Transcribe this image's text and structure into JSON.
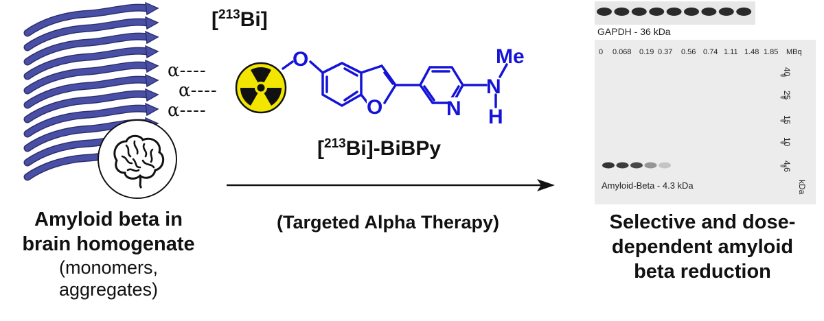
{
  "left": {
    "alpha_symbol": "α",
    "caption_bold": [
      "Amyloid beta in",
      "brain homogenate"
    ],
    "caption_plain": [
      "(monomers,",
      "aggregates)"
    ]
  },
  "middle": {
    "isotope_label": {
      "bracket_open": "[",
      "mass": "213",
      "element": "Bi",
      "bracket_close": "]"
    },
    "compound_label": {
      "bracket_open": "[",
      "mass": "213",
      "element": "Bi",
      "suffix": "]-BiBPy"
    },
    "molecule_atoms": {
      "oxygen_ether": "O",
      "oxygen_ring": "O",
      "nitrogen_ring": "N",
      "nitrogen_amine": "N",
      "methyl": "Me",
      "hydrogen": "H"
    },
    "arrow_caption": "(Targeted Alpha Therapy)"
  },
  "right": {
    "gapdh_label": "GAPDH - 36 kDa",
    "lane_labels": [
      "0",
      "0.068",
      "0.19",
      "0.37",
      "0.56",
      "0.74",
      "1.11",
      "1.48",
      "1.85",
      "MBq"
    ],
    "amyloid_label": "Amyloid-Beta - 4.3 kDa",
    "mw_markers": [
      "40",
      "25",
      "15",
      "10",
      "4.6"
    ],
    "mw_unit": "kDa",
    "caption_bold": [
      "Selective and dose-",
      "dependent amyloid",
      "beta reduction"
    ]
  },
  "colors": {
    "fibril": "#4a4fa6",
    "molecule": "#1414d8",
    "radiation_yellow": "#f2e600",
    "band": "#2a2a2a"
  }
}
